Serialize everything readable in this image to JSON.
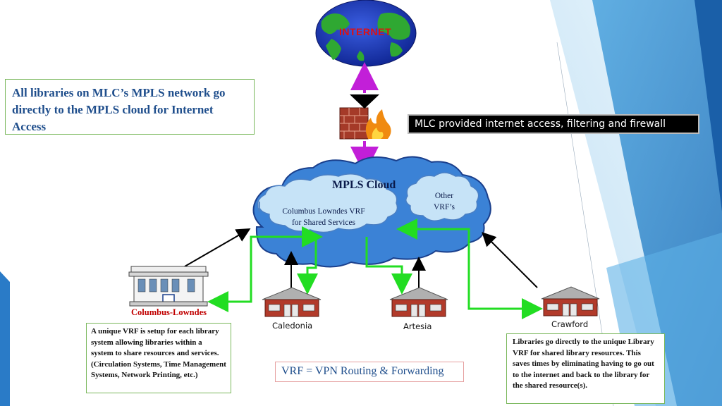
{
  "internet": {
    "label": "INTERNET"
  },
  "intro": {
    "text": "All libraries on MLC’s MPLS network go directly to the MPLS cloud for Internet Access"
  },
  "mlc_callout": {
    "text": "MLC provided internet access, filtering and firewall"
  },
  "cloud": {
    "title": "MPLS Cloud",
    "shared_vrf_line1": "Columbus Lowndes VRF",
    "shared_vrf_line2": "for Shared Services",
    "other_vrf_line1": "Other",
    "other_vrf_line2": "VRF’s"
  },
  "libraries": {
    "columbus": "Columbus-Lowndes",
    "caledonia": "Caledonia",
    "artesia": "Artesia",
    "crawford": "Crawford"
  },
  "vrf_note": {
    "text": "A unique VRF is setup for each library system allowing libraries within a system to share resources and services. (Circulation Systems, Time Management Systems, Network Printing, etc.)"
  },
  "vrf_definition": {
    "text": "VRF = VPN Routing & Forwarding"
  },
  "library_note": {
    "text": "Libraries go directly to the  unique Library VRF for shared  library resources.  This saves times by eliminating having to go out to the internet and back to the library for the shared resource(s)."
  },
  "colors": {
    "title_blue": "#1f4e8c",
    "cloud_blue": "#3b82d6",
    "inner_cloud": "#c6e3f7",
    "link_green": "#22dd22",
    "uplink_magenta": "#c21fd8",
    "columbus_red": "#c00000",
    "brick": "#b23a2a"
  }
}
